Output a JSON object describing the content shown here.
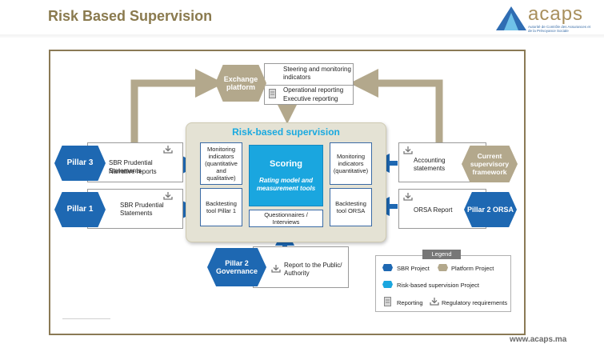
{
  "title": "Risk Based Supervision",
  "logo": {
    "name": "acaps",
    "subtitle": "Autorité de Contrôle des Assurances et de la Prévoyance Sociale"
  },
  "footer": "www.acaps.ma",
  "diagram": {
    "exchange_platform": "Exchange platform",
    "steering": "Steering and monitoring indicators",
    "operational_reporting": "Operational reporting",
    "executive_reporting": "Executive reporting",
    "rbs_title": "Risk-based supervision",
    "scoring_title": "Scoring",
    "scoring_subtitle": "Rating model and measurement tools",
    "monitoring_left": "Monitoring indicators (quantitative and qualitative)",
    "monitoring_right": "Monitoring indicators (quantitative)",
    "backtesting_left": "Backtesting tool Pillar 1",
    "backtesting_right": "Backtesting tool ORSA",
    "questionnaires": "Questionnaires / Interviews",
    "pillar3": "Pillar 3",
    "pillar3_line1": "SBR Prudential Statements",
    "pillar3_line2": "Narrative reports",
    "pillar1": "Pillar 1",
    "pillar1_text": "SBR Prudential Statements",
    "current_framework": "Current supervisory framework",
    "accounting": "Accounting statements",
    "pillar2_orsa": "Pillar 2 ORSA",
    "orsa_report": "ORSA Report",
    "pillar2_gov": "Pillar 2 Governance",
    "public_report": "Report to the Public/ Authority"
  },
  "legend": {
    "title": "Legend",
    "sbr": "SBR Project",
    "platform": "Platform Project",
    "rbs": "Risk-based supervision Project",
    "reporting": "Reporting",
    "regulatory": "Regulatory requirements"
  },
  "colors": {
    "blue": "#1e68b2",
    "tan": "#b3a88c",
    "cyan": "#1aa6df",
    "gold": "#8a7a4e"
  }
}
